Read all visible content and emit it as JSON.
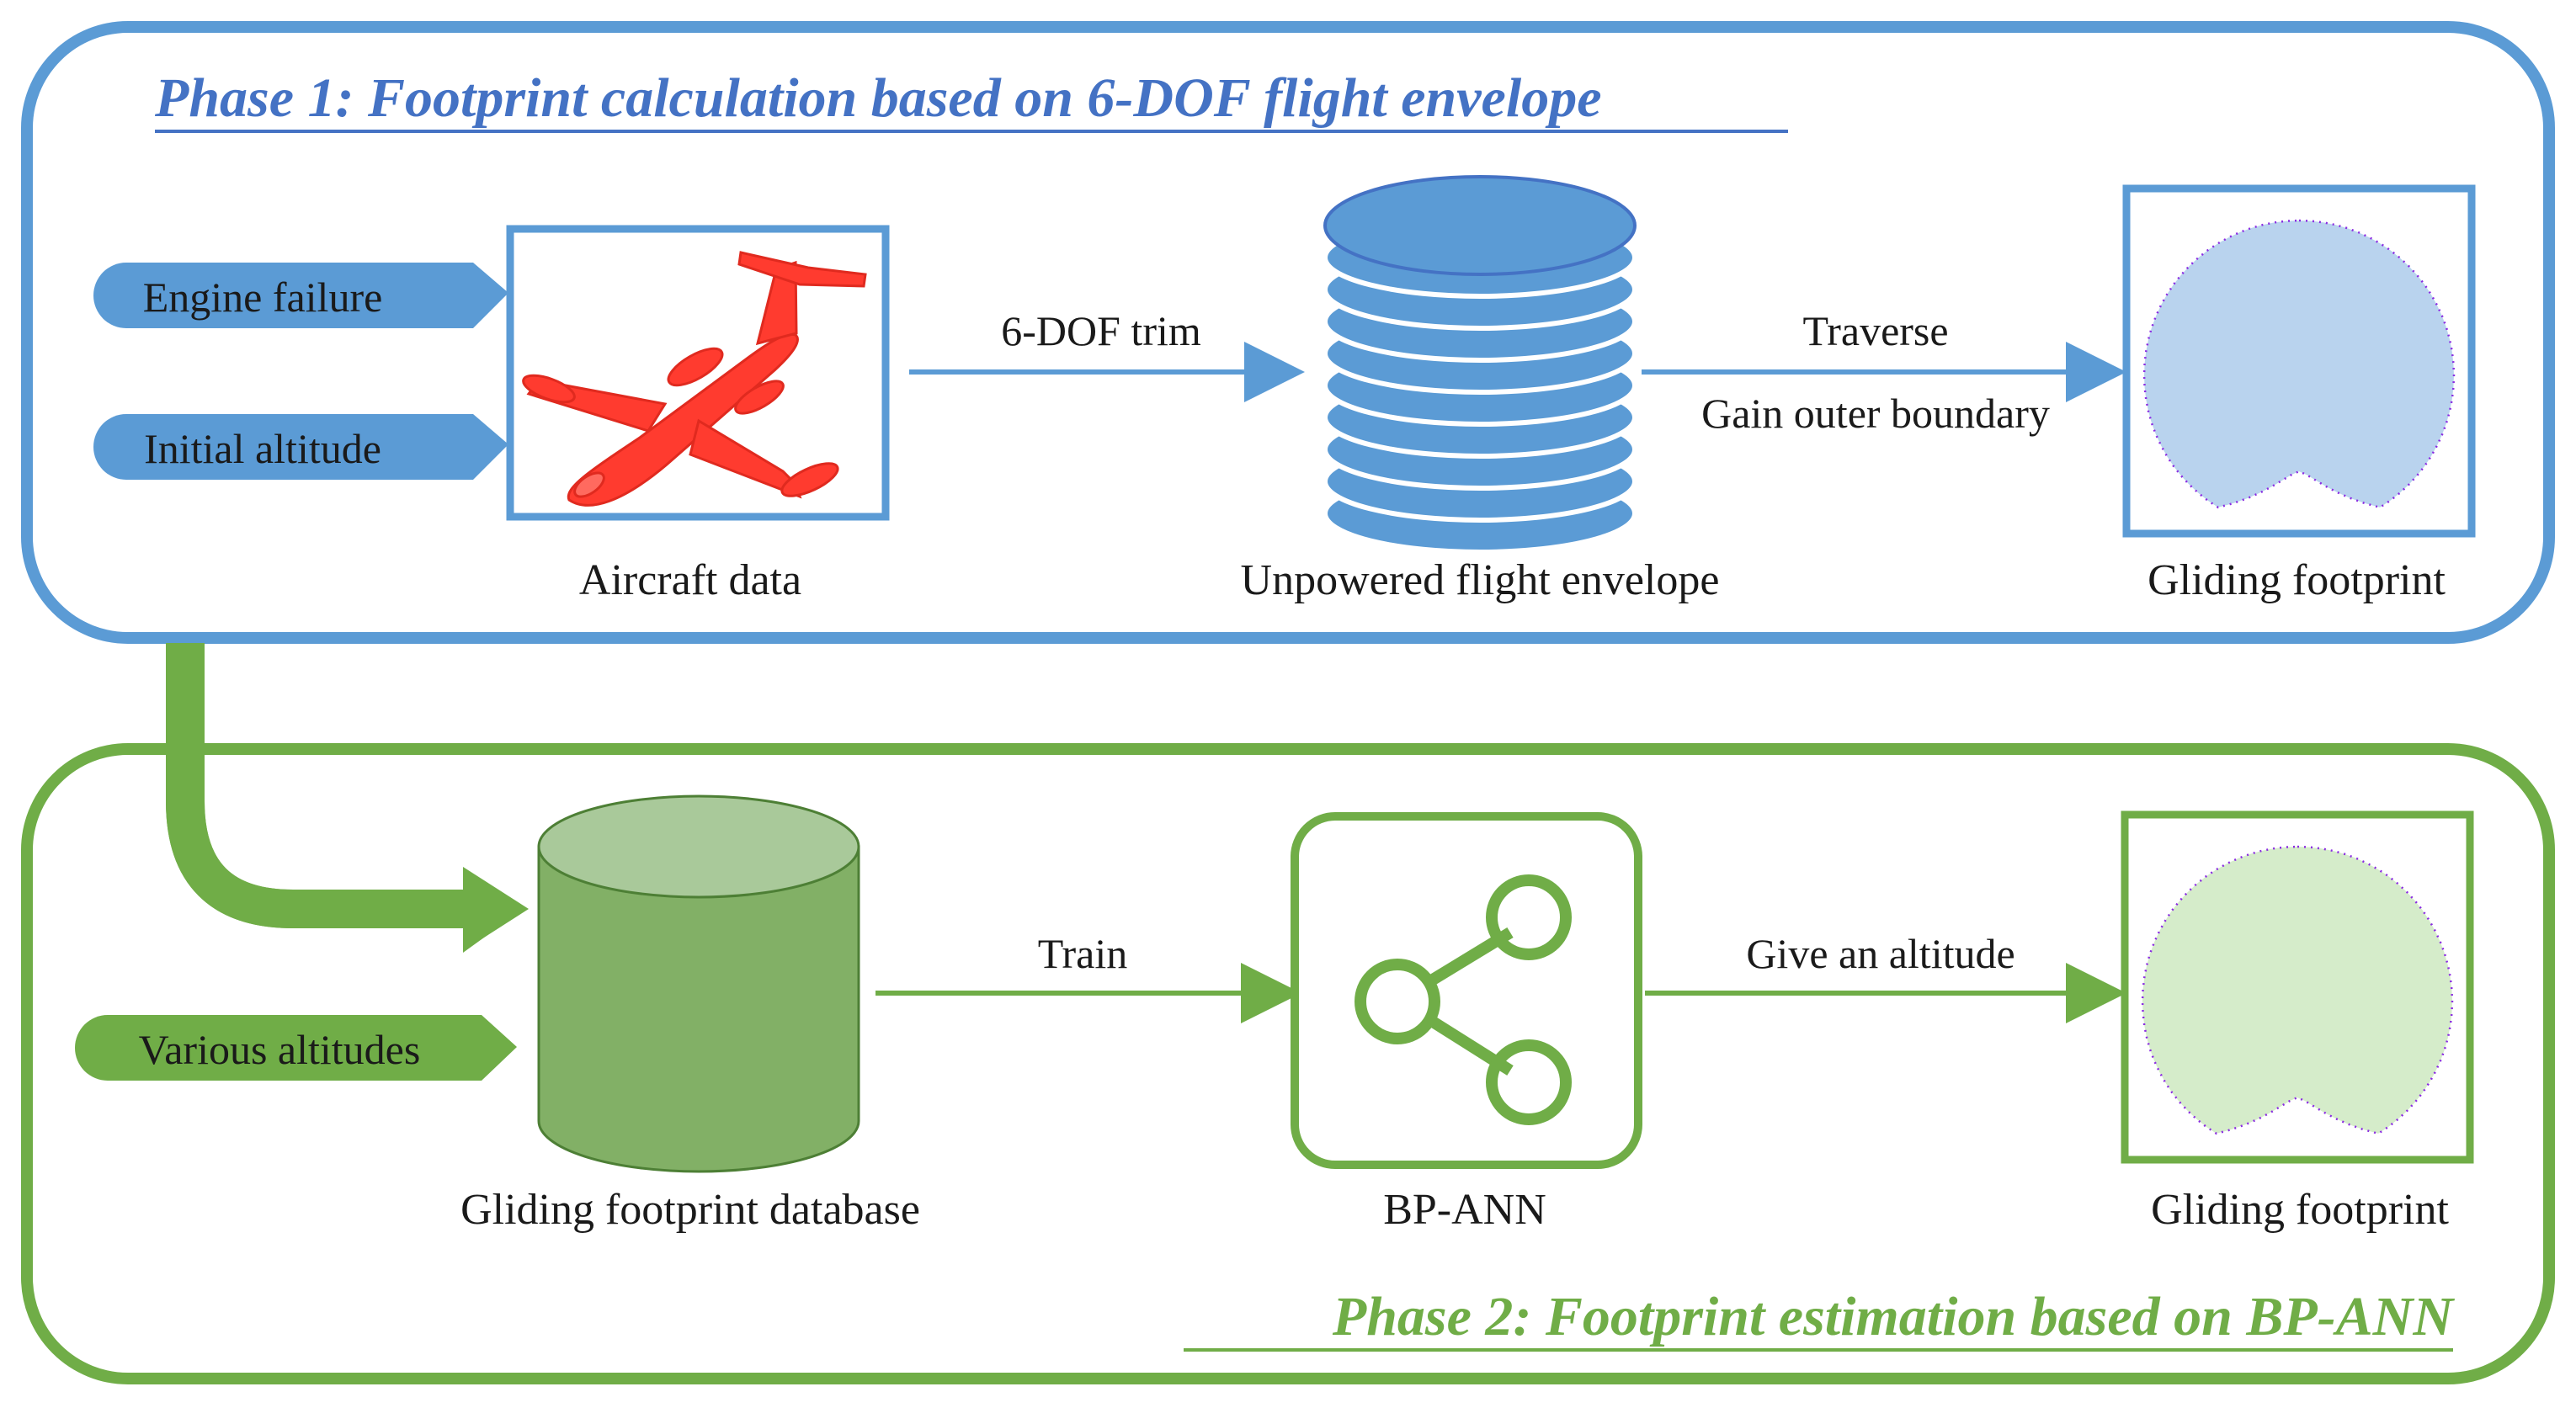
{
  "colors": {
    "blue": "#5b9bd5",
    "blue_dark": "#4472c4",
    "blue_fill": "#b9d3ee",
    "green": "#70ad47",
    "green_fill": "#d5ecca",
    "green_db": "#82b066",
    "green_db_top": "#a9c99a",
    "red": "#ff3b2f",
    "purple": "#8a2be2"
  },
  "phase1": {
    "title": "Phase 1: Footprint calculation based on 6-DOF flight envelope",
    "inputs": [
      "Engine failure",
      "Initial altitude"
    ],
    "aircraft_label": "Aircraft data",
    "arrow_trim": "6-DOF trim",
    "envelope_label": "Unpowered flight envelope",
    "arrow_traverse": "Traverse",
    "arrow_boundary": "Gain outer boundary",
    "footprint_label": "Gliding footprint"
  },
  "phase2": {
    "title": "Phase 2: Footprint estimation based on BP-ANN",
    "input": "Various altitudes",
    "database_label": "Gliding footprint database",
    "arrow_train": "Train",
    "ann_label": "BP-ANN",
    "arrow_altitude": "Give an altitude",
    "footprint_label": "Gliding footprint"
  },
  "icons": {
    "aircraft": "aircraft-icon",
    "stack": "database-stack-icon",
    "cylinder": "database-cylinder-icon",
    "share": "share-network-icon",
    "footprint": "footprint-shape-icon"
  }
}
